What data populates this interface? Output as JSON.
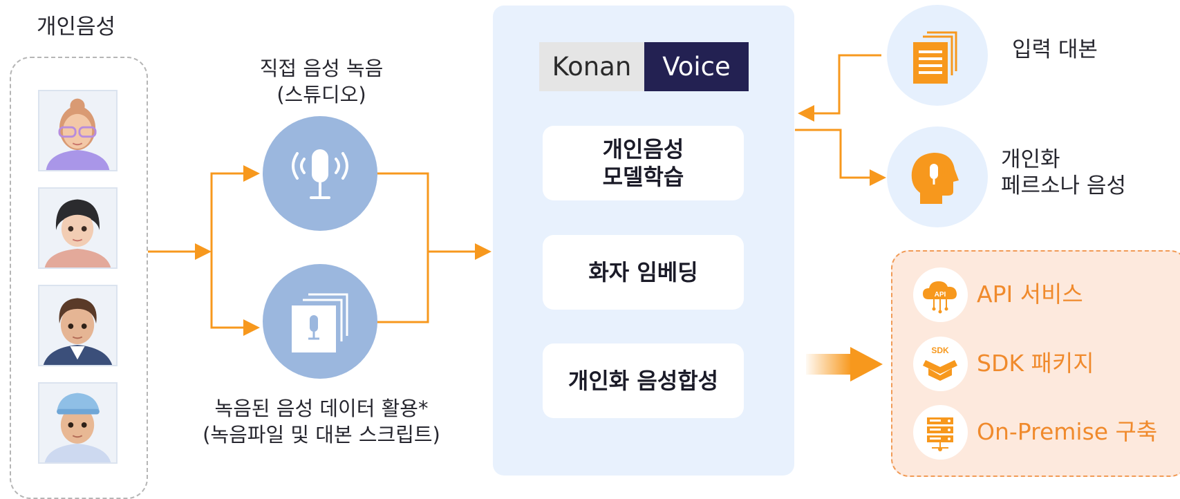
{
  "persona": {
    "title": "개인음성",
    "avatars": [
      "avatar-1",
      "avatar-2",
      "avatar-3",
      "avatar-4"
    ]
  },
  "sources": {
    "studio": {
      "line1": "직접 음성 녹음",
      "line2": "(스튜디오)",
      "icon": "microphone-icon"
    },
    "recorded": {
      "line1": "녹음된 음성 데이터 활용*",
      "line2": "(녹음파일 및 대본 스크립트)",
      "icon": "recorded-files-icon"
    }
  },
  "engine": {
    "logo_left": "Konan",
    "logo_right": "Voice",
    "steps": [
      {
        "line1": "개인음성",
        "line2": "모델학습"
      },
      {
        "line1": "화자 임베딩",
        "line2": ""
      },
      {
        "line1": "개인화 음성합성",
        "line2": ""
      }
    ]
  },
  "outputs": {
    "script": {
      "label": "입력 대본",
      "icon": "document-stack-icon"
    },
    "persona_voice": {
      "line1": "개인화",
      "line2": "페르소나 음성",
      "icon": "head-voice-icon"
    }
  },
  "deploy": {
    "items": [
      {
        "label": "API 서비스",
        "icon": "api-cloud-icon",
        "icon_text": "API"
      },
      {
        "label": "SDK 패키지",
        "icon": "sdk-package-icon",
        "icon_text": "SDK"
      },
      {
        "label": "On-Premise 구축",
        "icon": "server-rack-icon",
        "icon_text": ""
      }
    ]
  },
  "colors": {
    "arrow": "#f7981d",
    "panel": "#e8f1fd",
    "logo_dark": "#232152",
    "source_circle": "#9bb7de",
    "deploy_text": "#f08a2c"
  }
}
